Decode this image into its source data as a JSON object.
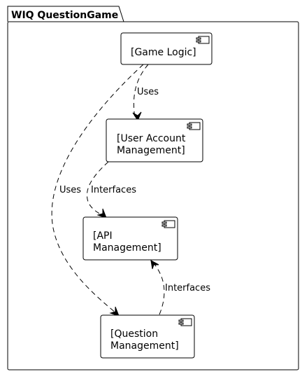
{
  "package": {
    "title": "WIQ QuestionGame"
  },
  "components": [
    {
      "id": "game-logic",
      "lines": [
        "[Game Logic]"
      ]
    },
    {
      "id": "user-account-management",
      "lines": [
        "[User Account",
        "Management]"
      ]
    },
    {
      "id": "api-management",
      "lines": [
        "[API",
        "Management]"
      ]
    },
    {
      "id": "question-management",
      "lines": [
        "[Question",
        "Management]"
      ]
    }
  ],
  "relations": [
    {
      "from": "game-logic",
      "to": "user-account-management",
      "label": "Uses"
    },
    {
      "from": "user-account-management",
      "to": "api-management",
      "label": "Interfaces"
    },
    {
      "from": "game-logic",
      "to": "question-management",
      "label": "Uses"
    },
    {
      "from": "question-management",
      "to": "api-management",
      "label": "Interfaces"
    }
  ]
}
